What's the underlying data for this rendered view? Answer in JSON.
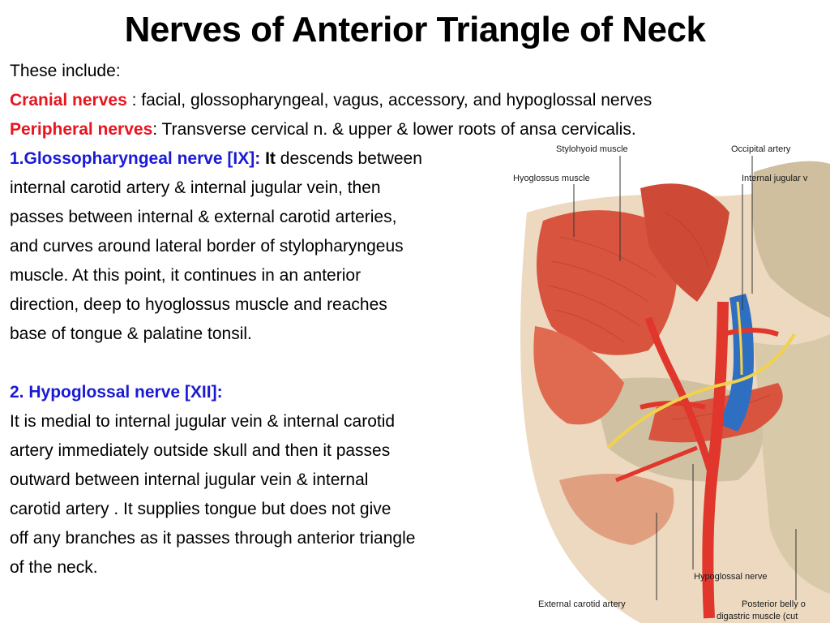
{
  "title": "Nerves of Anterior Triangle of Neck",
  "intro": {
    "line1": "These include:",
    "cranial_label": "Cranial nerves",
    "cranial_text": " : facial, glossopharyngeal, vagus, accessory, and hypoglossal nerves",
    "peripheral_label": "Peripheral nerves",
    "peripheral_text": ": Transverse cervical n.  &  upper & lower roots of ansa  cervicalis."
  },
  "glosso": {
    "heading": "1.Glossopharyngeal nerve [IX]:",
    "it": " It",
    "l1": " descends between",
    "l2": "internal carotid artery & internal jugular vein, then",
    "l3": "passes  between internal & external carotid arteries,",
    "l4": "and curves around lateral border of stylopharyngeus",
    "l5": "muscle. At this point, it continues in an anterior",
    "l6": "direction, deep to hyoglossus muscle and reaches",
    "l7": "base of tongue & palatine tonsil."
  },
  "hypo": {
    "heading": "2. Hypoglossal nerve [XII]:",
    "l1": "It is medial to internal jugular vein & internal carotid",
    "l2": "artery immediately outside skull and then  it passes",
    "l3": "outward between internal jugular vein & internal",
    "l4": "carotid artery . It supplies tongue but does not give",
    "l5": "off any branches as it passes through anterior triangle",
    "l6": "of the neck."
  },
  "figure": {
    "labels": {
      "stylohyoid": "Stylohyoid muscle",
      "occipital": "Occipital artery",
      "hyoglossus": "Hyoglossus muscle",
      "ijv": "Internal jugular v",
      "hypoglossal": "Hypoglossal nerve",
      "eca": "External carotid artery",
      "posterior1": "Posterior belly o",
      "posterior2": "digastric muscle (cut"
    },
    "colors": {
      "muscle": "#d9543e",
      "artery": "#e0362b",
      "vein": "#2f6fc2",
      "nerve": "#f2d24b",
      "bone": "#d8c9a8"
    }
  }
}
